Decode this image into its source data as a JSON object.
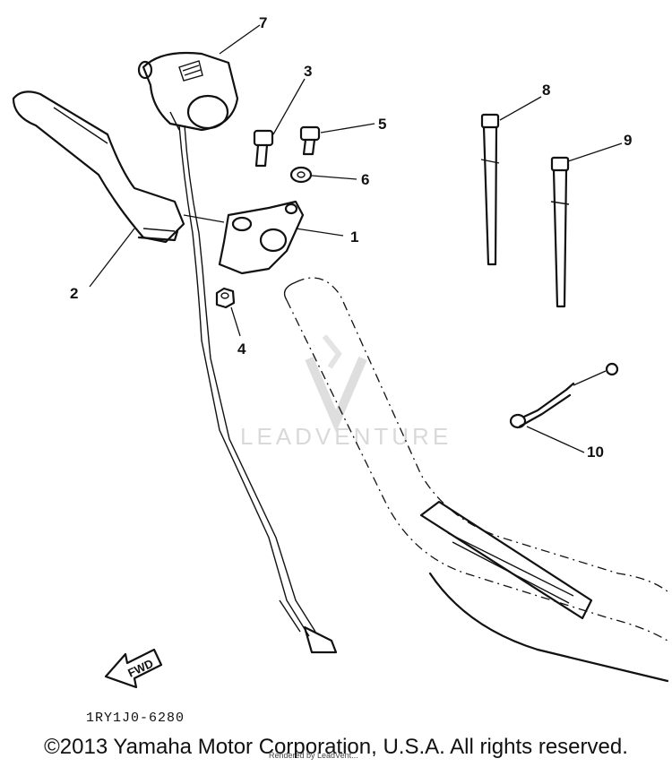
{
  "diagram": {
    "callouts": [
      "1",
      "2",
      "3",
      "4",
      "5",
      "6",
      "7",
      "8",
      "9",
      "10"
    ],
    "part_code": "1RY1J0-6280",
    "direction_label": "FWD",
    "watermark": "LEADVENTURE"
  },
  "footer": {
    "copyright": "©2013 Yamaha Motor Corporation, U.S.A. All rights reserved.",
    "rendered_by": "Rendered by LeadVent..."
  }
}
